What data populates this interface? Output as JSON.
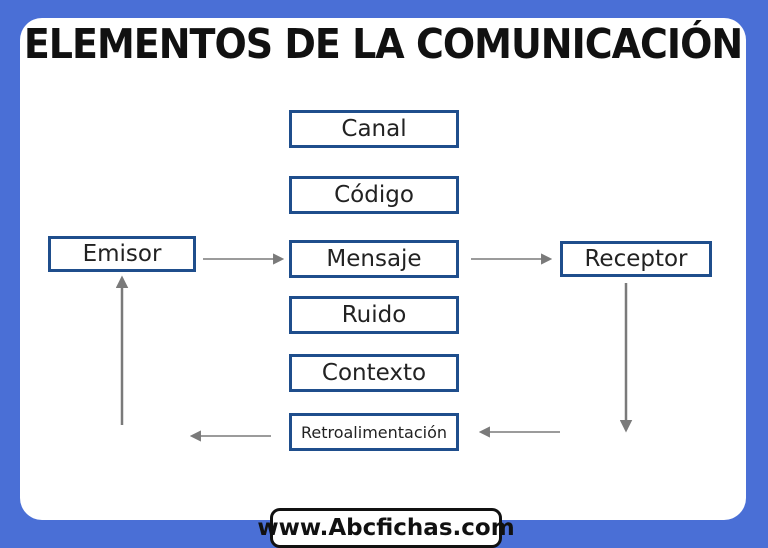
{
  "title": "ELEMENTOS DE LA COMUNICACIÓN",
  "nodes": {
    "canal": "Canal",
    "codigo": "Código",
    "mensaje": "Mensaje",
    "ruido": "Ruido",
    "contexto": "Contexto",
    "retroalimentacion": "Retroalimentación",
    "emisor": "Emisor",
    "receptor": "Receptor"
  },
  "colors": {
    "background": "#4a6fd6",
    "box_border": "#1f4e8c",
    "arrow": "#7a7a7a"
  },
  "footer": "www.Abcfichas.com"
}
